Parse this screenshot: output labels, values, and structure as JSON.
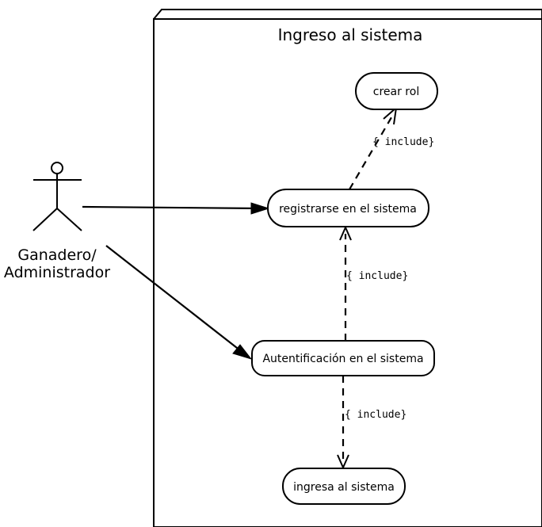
{
  "system": {
    "title": "Ingreso al sistema"
  },
  "actor": {
    "line1": "Ganadero/",
    "line2": "Administrador"
  },
  "use_cases": {
    "crear_rol": "crear rol",
    "registrarse": "registrarse en el sistema",
    "autentificacion": "Autentificación en el sistema",
    "ingresa": "ingresa al sistema"
  },
  "relations": {
    "include_top": "{  include}",
    "include_middle": "{ include}",
    "include_bottom": "{ include}"
  }
}
